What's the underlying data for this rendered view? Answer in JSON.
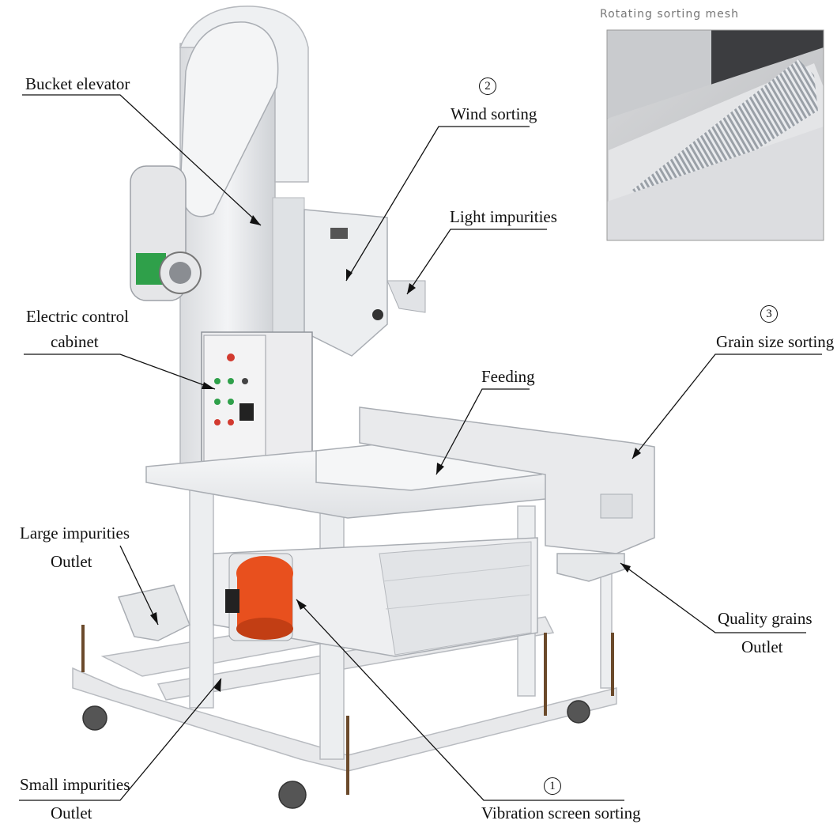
{
  "inset": {
    "title": "Rotating sorting mesh"
  },
  "labels": {
    "bucket_elevator": "Bucket elevator",
    "wind_sorting_num": "2",
    "wind_sorting": "Wind sorting",
    "light_impurities": "Light impurities",
    "electric_control_1": "Electric control",
    "electric_control_2": "cabinet",
    "grain_size_num": "3",
    "grain_size_sorting": "Grain size sorting",
    "feeding": "Feeding",
    "large_impurities_1": "Large impurities",
    "large_impurities_2": "Outlet",
    "quality_grains_1": "Quality grains",
    "quality_grains_2": "Outlet",
    "small_impurities_1": "Small impurities",
    "small_impurities_2": "Outlet",
    "vibration_num": "1",
    "vibration_screen_sorting": "Vibration screen sorting"
  },
  "colors": {
    "machine_body": "#ecedef",
    "motor_green": "#2fa04a",
    "vibrator_orange": "#e8501e",
    "inset_background": "#3a3a3a"
  }
}
